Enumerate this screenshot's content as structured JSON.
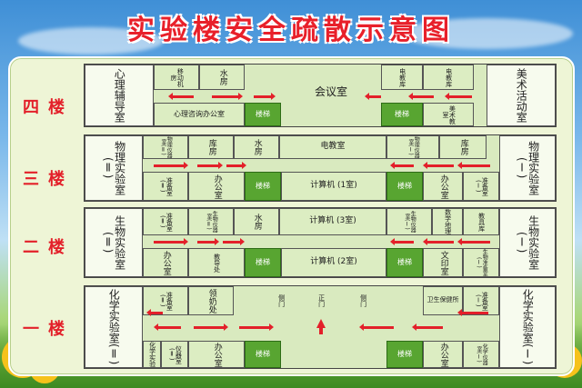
{
  "title": "实验楼安全疏散示意图",
  "floors": {
    "f4": {
      "label": "四楼",
      "rooms": {
        "counseling": "心理辅导室",
        "hvac": "移动机房",
        "water": "水房",
        "consult": "心理咨询办公室",
        "stair1": "楼梯",
        "meeting": "会议室",
        "edu_lib": "电教库",
        "edu_lib2": "电教库",
        "stair2": "楼梯",
        "art_teach": "美术教室",
        "art": "美术活动室"
      }
    },
    "f3": {
      "label": "三楼",
      "rooms": {
        "physics_lab": "物理实验室(Ⅱ)",
        "physics_equip": "物理仪器室(Ⅱ)",
        "storage1": "库房",
        "water": "水房",
        "av_room": "电教室",
        "physics_equip2": "物理仪器室(Ⅰ)",
        "storage2": "库房",
        "physics_lab2": "物理实验室(Ⅰ)",
        "prep1": "准备室(Ⅱ)",
        "office1": "办公室",
        "stair1": "楼梯",
        "computer": "计算机 (1室)",
        "stair2": "楼梯",
        "office2": "办公室",
        "prep2": "准备室(Ⅰ)"
      }
    },
    "f2": {
      "label": "二楼",
      "rooms": {
        "bio_lab": "生物实验室(Ⅱ)",
        "prep1": "准备室(Ⅱ)",
        "bio_equip": "生物仪器室(Ⅱ)",
        "water": "水房",
        "computer3": "计算机 (3室)",
        "bio_equip2": "生物仪器室(Ⅰ)",
        "math_geo": "数学地理",
        "tech_lib": "教具库",
        "bio_lab2": "生物实验室(Ⅰ)",
        "office1": "办公室",
        "guidance": "教导处",
        "stair1": "楼梯",
        "computer2": "计算机 (2室)",
        "stair2": "楼梯",
        "print": "文印室",
        "bio_prep": "生物准备室(Ⅰ)"
      }
    },
    "f1": {
      "label": "一楼",
      "rooms": {
        "chem_lab": "化学实验室(Ⅱ)",
        "prep1": "准备室(Ⅱ)",
        "milk": "领奶处",
        "side_door1": "侧门",
        "main_door": "正门",
        "side_door2": "侧门",
        "health": "卫生保健所",
        "prep2": "准备室(Ⅰ)",
        "chem_lab2": "化学实验室(Ⅰ)",
        "chem_lab3": "化学实验",
        "instrument": "仪器室(Ⅱ)",
        "office1": "办公室",
        "stair1": "楼梯",
        "stair2": "楼梯",
        "office2": "办公室",
        "chem_instrument": "化学仪器室(Ⅰ)"
      }
    }
  },
  "colors": {
    "title": "#e8202a",
    "arrow": "#e3202a",
    "stair": "#58a531",
    "room": "#dcedc2"
  }
}
